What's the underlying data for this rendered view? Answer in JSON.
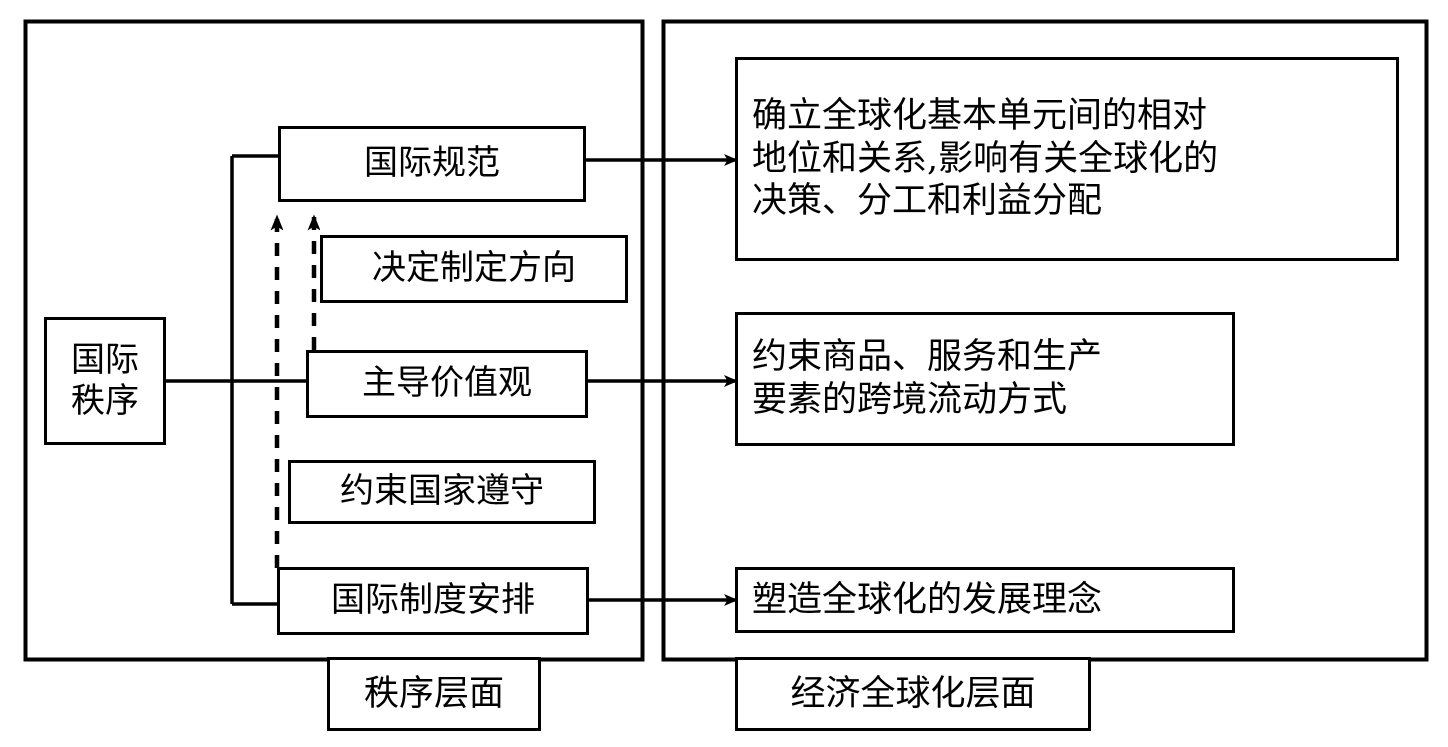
{
  "diagram": {
    "title_left_caption": "秩序层面",
    "title_right_caption": "经济全球化层面",
    "panels": {
      "left": {
        "caption": "秩序层面"
      },
      "right": {
        "caption": "经济全球化层面"
      }
    },
    "nodes": {
      "order": "国际\n秩序",
      "norms": "国际规范",
      "direction": "决定制定方向",
      "values": "主导价值观",
      "comply": "约束国家遵守",
      "institution": "国际制度安排",
      "effect_norms": "确立全球化基本单元间的相对\n地位和关系,影响有关全球化的\n决策、分工和利益分配",
      "effect_values": "约束商品、服务和生产\n要素的跨境流动方式",
      "effect_institution": "塑造全球化的发展理念"
    },
    "edges": [
      {
        "name": "order-to-norms",
        "style": "solid",
        "from": "order",
        "to": "norms"
      },
      {
        "name": "order-to-values",
        "style": "solid",
        "from": "order",
        "to": "values"
      },
      {
        "name": "order-to-institution",
        "style": "solid",
        "from": "order",
        "to": "institution"
      },
      {
        "name": "institution-to-norms",
        "style": "dashed-arrow",
        "from": "institution",
        "to": "norms"
      },
      {
        "name": "values-to-norms",
        "style": "dashed-arrow",
        "from": "values",
        "to": "norms"
      },
      {
        "name": "norms-to-effect",
        "style": "solid-arrow",
        "from": "norms",
        "to": "effect_norms"
      },
      {
        "name": "values-to-effect",
        "style": "solid-arrow",
        "from": "values",
        "to": "effect_values"
      },
      {
        "name": "institution-to-effect",
        "style": "solid-arrow",
        "from": "institution",
        "to": "effect_institution"
      }
    ],
    "colors": {
      "stroke": "#000000",
      "background": "#ffffff",
      "text": "#000000"
    }
  }
}
